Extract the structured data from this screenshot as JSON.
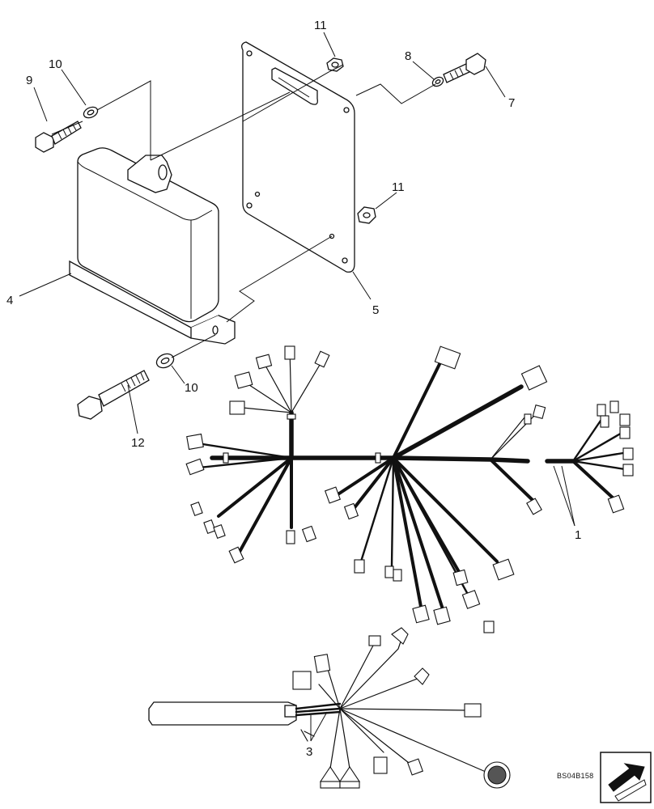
{
  "callouts": {
    "c1": "1",
    "c3": "3",
    "c4": "4",
    "c5": "5",
    "c7": "7",
    "c8": "8",
    "c9": "9",
    "c10_top": "10",
    "c10_bottom": "10",
    "c11_top": "11",
    "c11_mid": "11",
    "c12": "12"
  },
  "figure_code": "BS04B158",
  "nav_icon": "arrow-icon"
}
